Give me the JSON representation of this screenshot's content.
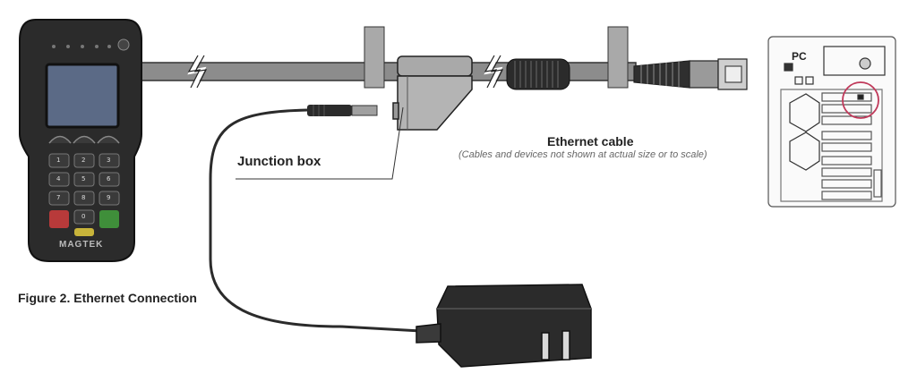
{
  "labels": {
    "junction_box": "Junction box",
    "ethernet_cable": "Ethernet cable",
    "disclaimer": "(Cables and devices not shown at actual size or to scale)",
    "figure_caption": "Figure 2. Ethernet Connection",
    "pc": "PC",
    "brand": "MAGTEK"
  },
  "keypad": {
    "keys": [
      "1",
      "2",
      "3",
      "4",
      "5",
      "6",
      "7",
      "8",
      "9",
      "0"
    ]
  },
  "colors": {
    "device_body": "#2b2b2b",
    "screen": "#5b6a86",
    "cancel_key": "#b83a3a",
    "enter_key": "#3f8f3a",
    "clear_key": "#c8b43a",
    "cable": "#8c8c8c",
    "clip": "#a9a9a9",
    "highlight_circle": "#c0395a"
  },
  "icons": [
    "pin-pad-device",
    "junction-box",
    "power-adapter",
    "rj45-plug",
    "ferrite-bead",
    "pc-tower",
    "cable-break-icon"
  ]
}
